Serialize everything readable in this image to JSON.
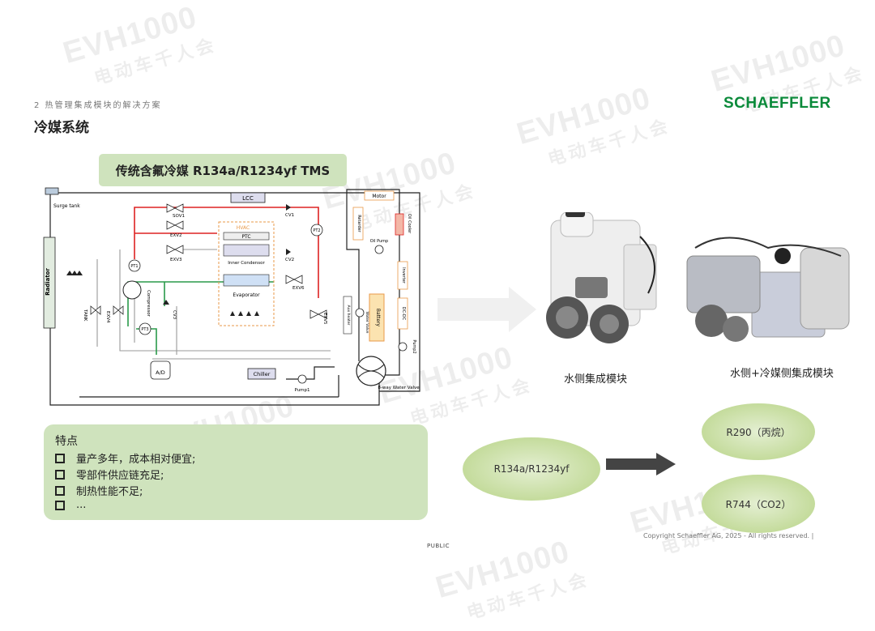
{
  "header": {
    "breadcrumb": "2  热管理集成模块的解决方案",
    "title": "冷媒系统",
    "logo": "SCHAEFFLER"
  },
  "banner": {
    "label": "传统含氟冷媒 R134a/R1234yf TMS"
  },
  "diagram": {
    "labels": {
      "surge_tank": "Surge tank",
      "radiator": "Radiator",
      "lcc": "LCC",
      "sov1": "SOV1",
      "exv2": "EXV2",
      "exv3": "EXV3",
      "cv1": "CV1",
      "cv2": "CV2",
      "cv3": "CV3",
      "pt1": "PT1",
      "pt2": "PT2",
      "pt3": "PT3",
      "hvac": "HVAC",
      "ptc": "PTC",
      "inner_condensor": "Inner Condensor",
      "evaporator": "Evaporator",
      "exv6": "EXV6",
      "exv5": "EXV5",
      "compressor": "Compressor",
      "tank": "TANK",
      "ad": "A/D",
      "chiller": "Chiller",
      "pump1": "Pump1",
      "pump2": "Pump2",
      "motor": "Motor",
      "retarder": "Retarder",
      "oil_pump": "Oil Pump",
      "oil_cooler": "Oil Cooler",
      "inverter": "Inverter",
      "dcdc": "DC-DC",
      "battery": "Battery",
      "water_valve": "Water Valve",
      "bway": "8-way\nWater Valve",
      "aux": "Aux heater",
      "exv4": "EXV4"
    }
  },
  "features": {
    "title": "特点",
    "items": [
      "量产多年，成本相对便宜;",
      "零部件供应链充足;",
      "制热性能不足;",
      "..."
    ]
  },
  "products": {
    "caption_1": "水侧集成模块",
    "caption_2": "水侧+冷媒侧集成模块"
  },
  "refrigerants": {
    "current": "R134a/R1234yf",
    "future": [
      "R290（丙烷）",
      "R744（CO2）"
    ]
  },
  "footer": {
    "copyright": "Copyright Schaeffler AG, 2025 - All rights reserved.  |",
    "classification": "PUBLIC"
  },
  "watermark": {
    "brand": "EVH1000",
    "tagline": "电动车千人会"
  },
  "colors": {
    "brand_green": "#0a8a3a",
    "panel_green": "#cfe3bd",
    "ellipse_green": "#bfd98f",
    "red_line": "#d22",
    "green_line": "#2a9a4a"
  }
}
